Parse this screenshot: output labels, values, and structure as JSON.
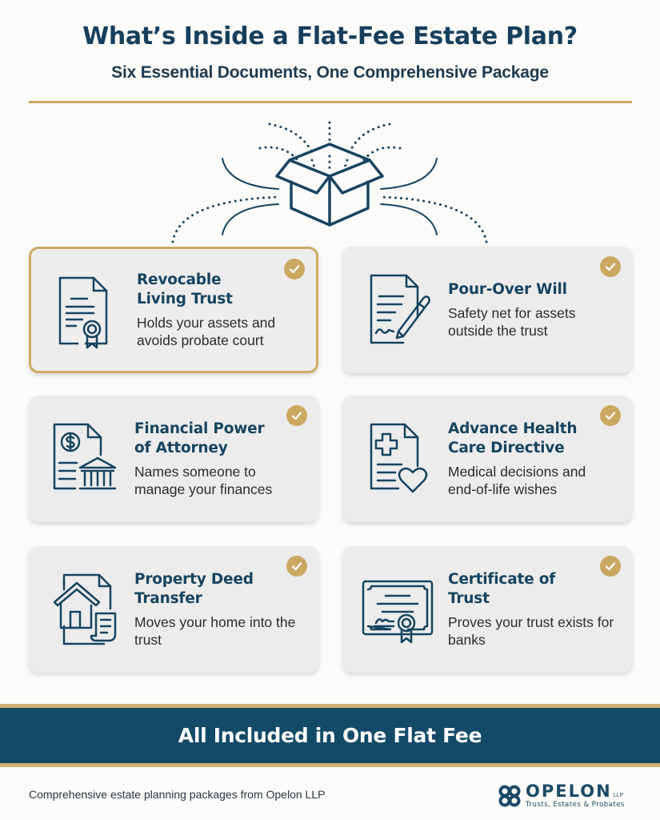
{
  "header": {
    "title": "What’s Inside a Flat-Fee Estate Plan?",
    "subtitle": "Six Essential Documents, One Comprehensive Package"
  },
  "hero": {
    "icon": "open-box-icon"
  },
  "colors": {
    "navy": "#174460",
    "gold": "#cba862",
    "card_bg": "#ececec",
    "band_bg": "#134a68",
    "page_bg": "#fbfbf9"
  },
  "cards": [
    {
      "title": "Revocable Living Trust",
      "title_lines": [
        "Revocable",
        "Living Trust"
      ],
      "description": "Holds your assets and avoids probate court",
      "icon": "document-seal-icon",
      "checked": true,
      "featured": true
    },
    {
      "title": "Pour-Over Will",
      "title_lines": [
        "Pour-Over Will"
      ],
      "description": "Safety net for assets outside the trust",
      "icon": "document-pen-icon",
      "checked": true,
      "featured": false
    },
    {
      "title": "Financial Power of Attorney",
      "title_lines": [
        "Financial Power",
        "of Attorney"
      ],
      "description": "Names someone to manage your finances",
      "icon": "document-bank-icon",
      "checked": true,
      "featured": false
    },
    {
      "title": "Advance Health Care Directive",
      "title_lines": [
        "Advance Health",
        "Care Directive"
      ],
      "description": "Medical decisions and end-of-life wishes",
      "icon": "document-medical-heart-icon",
      "checked": true,
      "featured": false
    },
    {
      "title": "Property Deed Transfer",
      "title_lines": [
        "Property Deed",
        "Transfer"
      ],
      "description": "Moves your home into the trust",
      "icon": "house-deed-icon",
      "checked": true,
      "featured": false
    },
    {
      "title": "Certificate of Trust",
      "title_lines": [
        "Certificate of",
        "Trust"
      ],
      "description": "Proves your trust exists for banks",
      "icon": "certificate-icon",
      "checked": true,
      "featured": false
    }
  ],
  "banner": {
    "text": "All Included in One Flat Fee"
  },
  "footer": {
    "text": "Comprehensive estate planning packages from Opelon LLP",
    "logo": {
      "name": "OPELON",
      "suffix": "LLP",
      "tagline": "Trusts, Estates & Probates"
    }
  }
}
